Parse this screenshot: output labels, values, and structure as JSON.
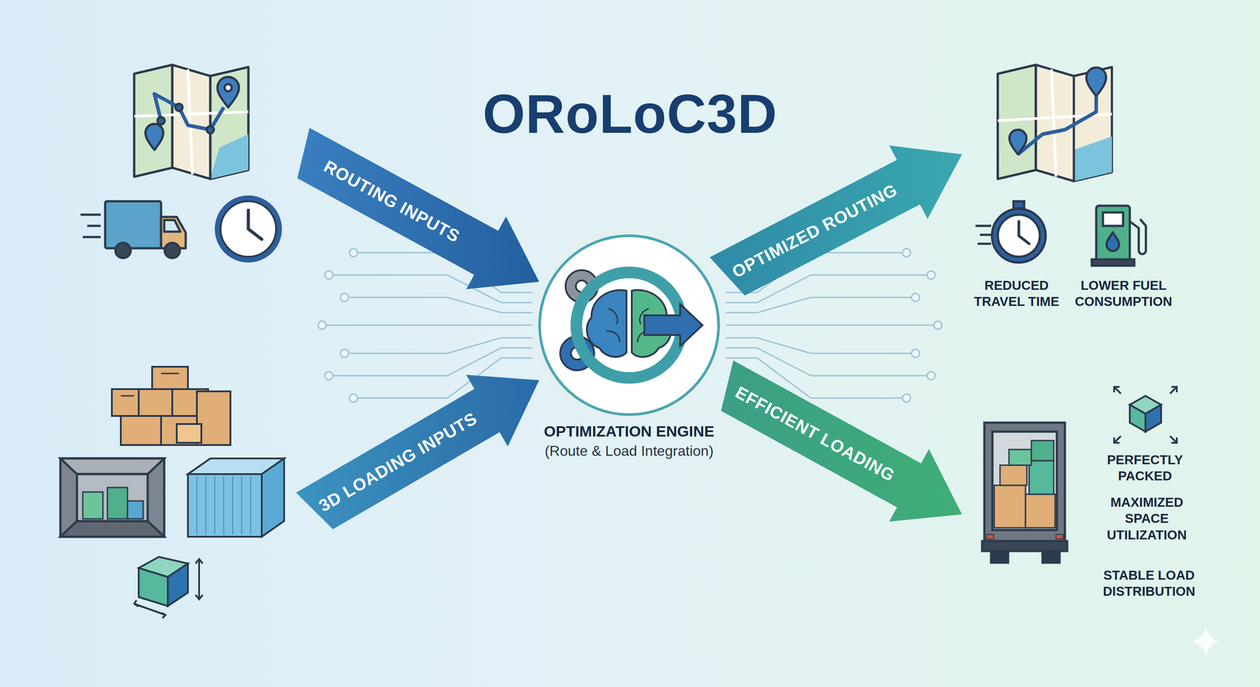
{
  "diagram": {
    "title": "ORoLoC3D",
    "nodes": [
      {
        "text": [
          "OPTIMIZATION ENGINE",
          "(Route & Load Integration)"
        ]
      }
    ],
    "labels": [
      "ROUTING INPUTS",
      "3D LOADING INPUTS",
      "OPTIMIZED ROUTING",
      "EFFICIENT LOADING",
      "REDUCED TRAVEL TIME",
      "LOWER FUEL CONSUMPTION",
      "PERFECTLY PACKED",
      "MAXIMIZED SPACE UTILIZATION",
      "STABLE LOAD DISTRIBUTION"
    ]
  }
}
